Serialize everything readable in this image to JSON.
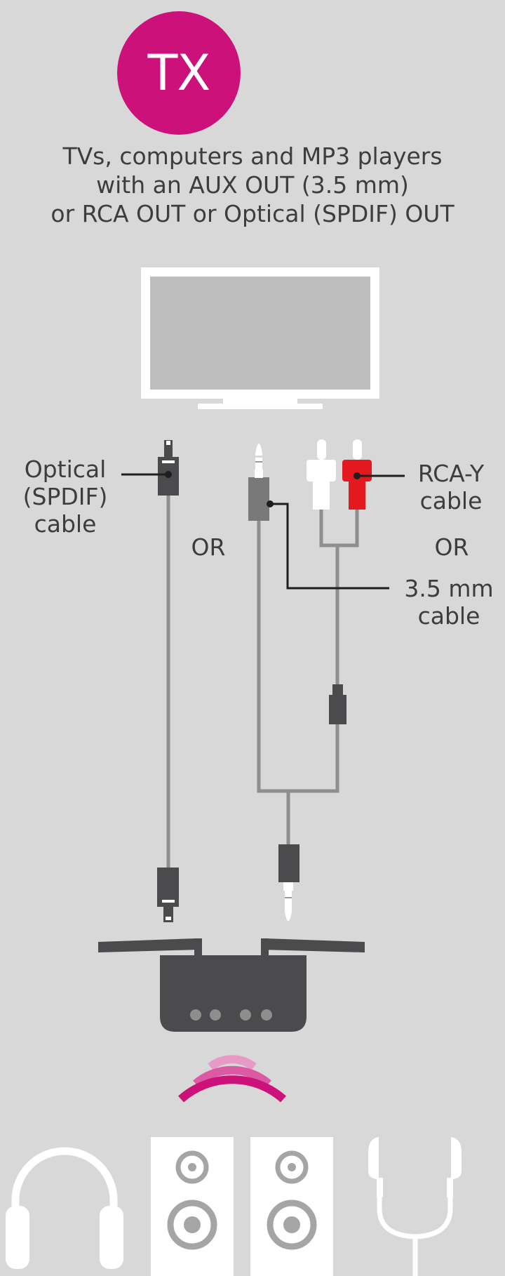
{
  "badge": {
    "label": "TX"
  },
  "heading": {
    "line1": "TVs, computers and MP3 players",
    "line2": "with an AUX OUT (3.5 mm)",
    "line3": "or RCA OUT or Optical (SPDIF) OUT"
  },
  "labels": {
    "optical_line1": "Optical",
    "optical_line2": "(SPDIF)",
    "optical_line3": "cable",
    "or_left": "OR",
    "rca_line1": "RCA-Y",
    "rca_line2": "cable",
    "or_right": "OR",
    "mm_line1": "3.5 mm",
    "mm_line2": "cable"
  },
  "icons": [
    "tv-icon",
    "optical-plug-icon",
    "aux-plug-icon",
    "rca-white-plug-icon",
    "rca-red-plug-icon",
    "transmitter-icon",
    "wireless-signal-icon",
    "headphones-icon",
    "speaker-icon",
    "earphones-icon"
  ],
  "colors": {
    "background": "#d9d8d8",
    "accent": "#cc127a",
    "device": "#4b4a4d",
    "cable": "#8e8e8e",
    "rca_red": "#e3191f",
    "text": "#3d3d3d"
  }
}
